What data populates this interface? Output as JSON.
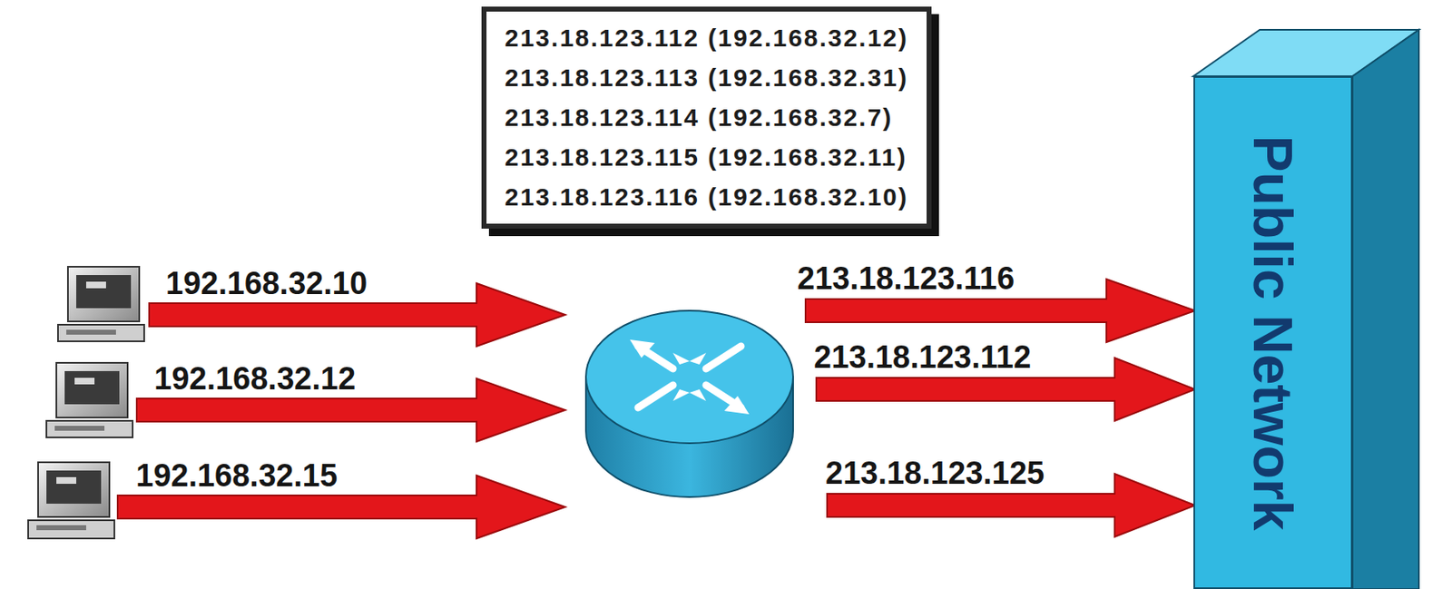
{
  "diagram": {
    "nodes": [
      {
        "text": [
          "213.18.123.112 (192.168.32.12)",
          "213.18.123.113 (192.168.32.31)",
          "213.18.123.114 (192.168.32.7)",
          "213.18.123.115 (192.168.32.11)",
          "213.18.123.116 (192.168.32.10)"
        ]
      },
      {
        "text": [
          "Public Network"
        ]
      }
    ],
    "labels": [
      "192.168.32.10",
      "192.168.32.12",
      "192.168.32.15",
      "213.18.123.116",
      "213.18.123.112",
      "213.18.123.125"
    ]
  }
}
